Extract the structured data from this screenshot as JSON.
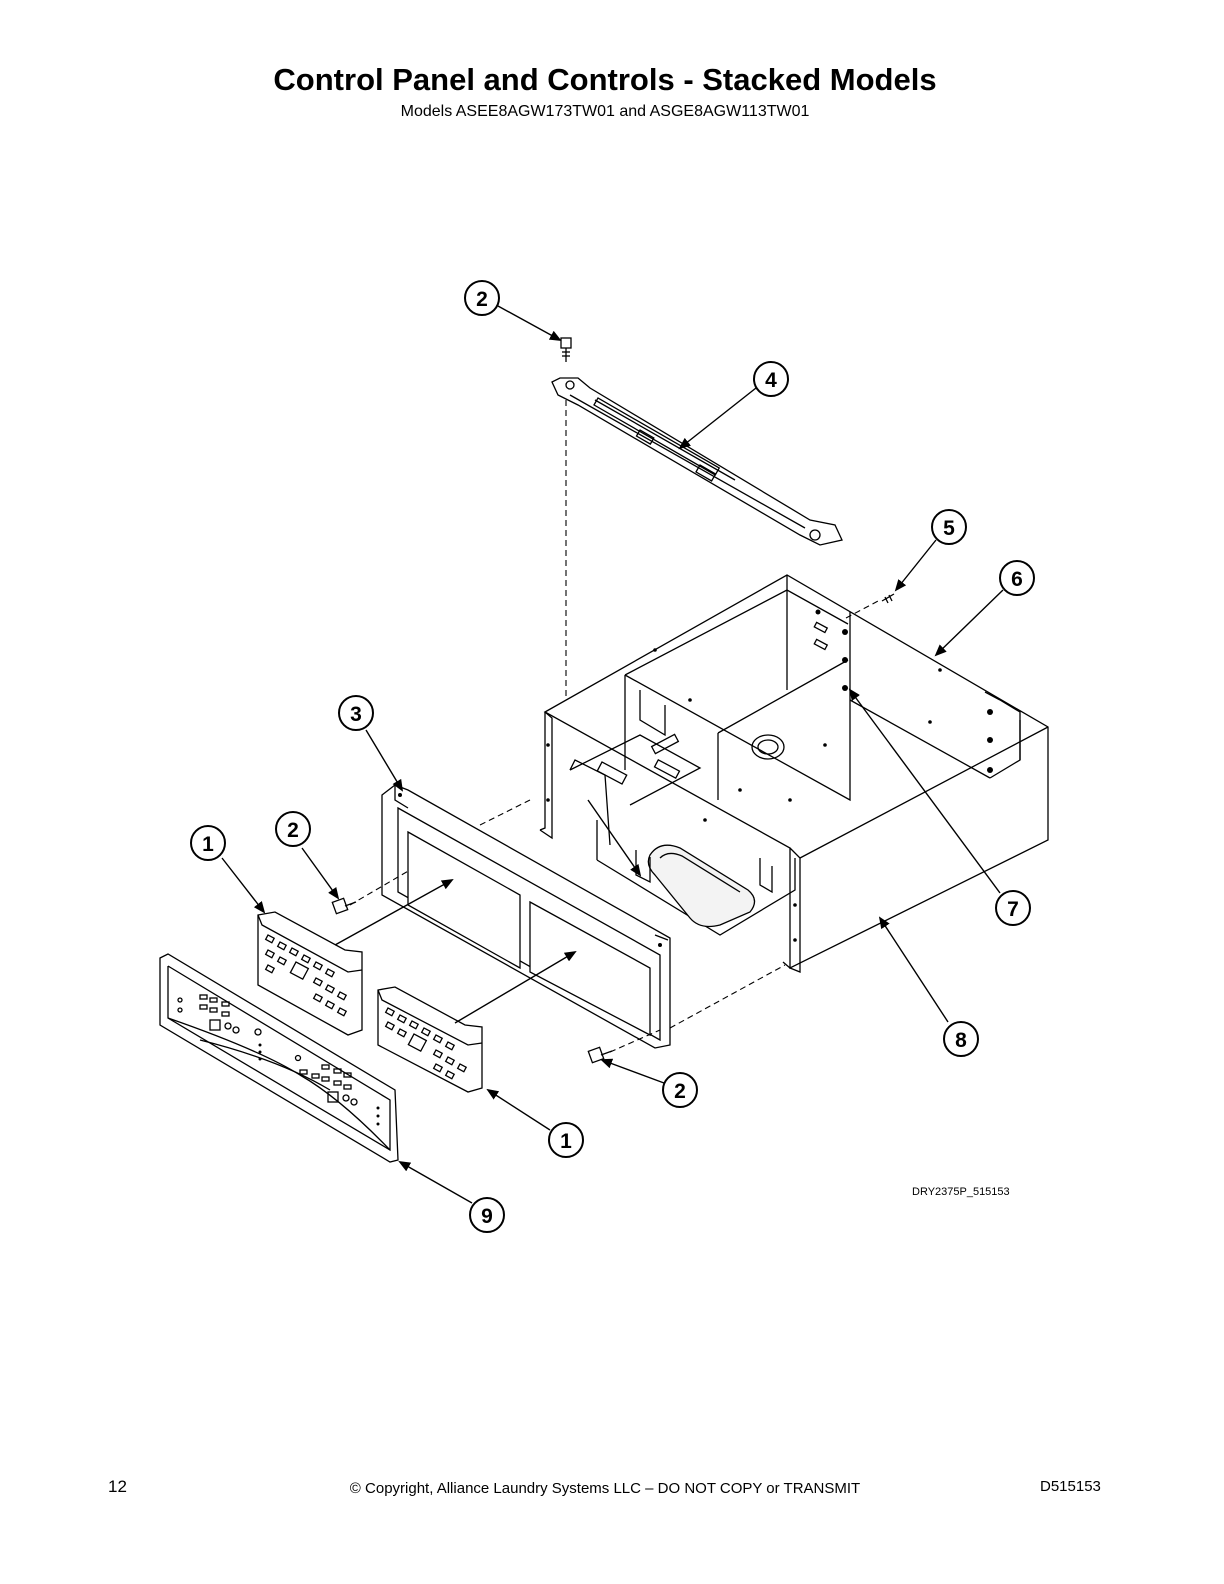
{
  "header": {
    "title": "Control Panel and Controls - Stacked Models",
    "subtitle": "Models ASEE8AGW173TW01 and ASGE8AGW113TW01"
  },
  "diagram": {
    "callouts": [
      {
        "id": "c2-top",
        "label": "2"
      },
      {
        "id": "c4",
        "label": "4"
      },
      {
        "id": "c5",
        "label": "5"
      },
      {
        "id": "c6",
        "label": "6"
      },
      {
        "id": "c3",
        "label": "3"
      },
      {
        "id": "c1-left",
        "label": "1"
      },
      {
        "id": "c2-left",
        "label": "2"
      },
      {
        "id": "c7",
        "label": "7"
      },
      {
        "id": "c8",
        "label": "8"
      },
      {
        "id": "c2-bottom",
        "label": "2"
      },
      {
        "id": "c1-bottom",
        "label": "1"
      },
      {
        "id": "c9",
        "label": "9"
      }
    ],
    "figure_id": "DRY2375P_515153"
  },
  "footer": {
    "page_number": "12",
    "copyright": "© Copyright, Alliance Laundry Systems LLC – DO NOT COPY or TRANSMIT",
    "doc_number": "D515153"
  }
}
